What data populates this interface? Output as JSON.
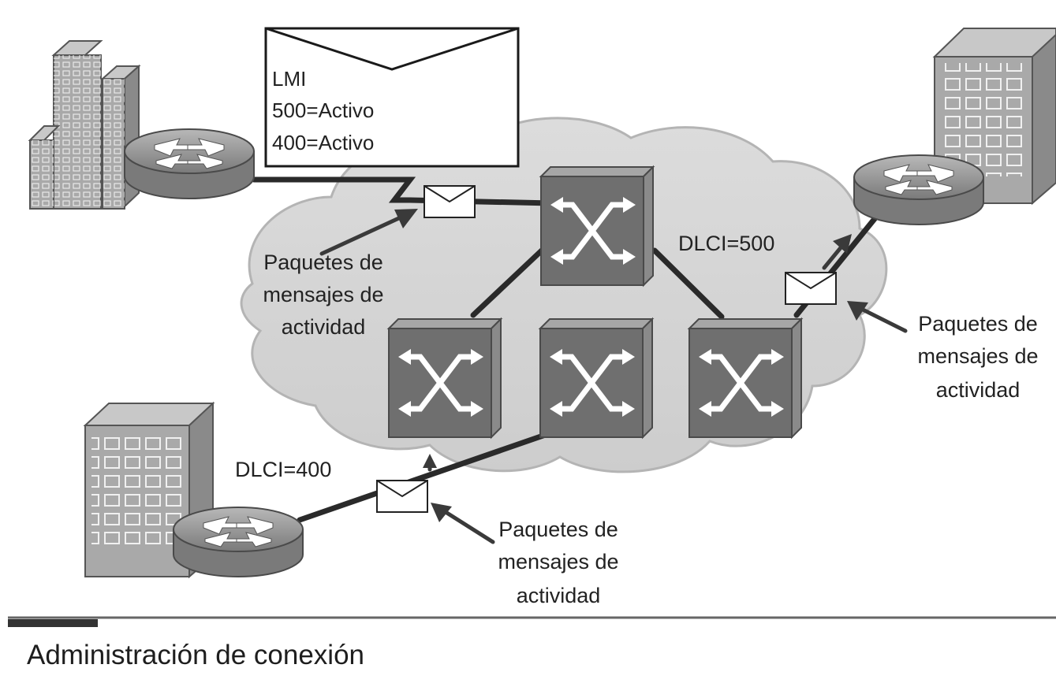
{
  "diagram": {
    "lmi_frame": {
      "title": "LMI",
      "line1": "500=Activo",
      "line2": "400=Activo"
    },
    "links": {
      "dlci_500": "DLCI=500",
      "dlci_400": "DLCI=400"
    },
    "keepalive_labels": [
      {
        "line1": "Paquetes de",
        "line2": "mensajes de",
        "line3": "actividad"
      },
      {
        "line1": "Paquetes de",
        "line2": "mensajes de",
        "line3": "actividad"
      },
      {
        "line1": "Paquetes de",
        "line2": "mensajes de",
        "line3": "actividad"
      }
    ]
  },
  "footer": {
    "caption": "Administración de conexión"
  },
  "colors": {
    "cloud": "#d4d4d4",
    "switch_front": "#6e6e6e",
    "switch_side": "#9a9a9a",
    "building": "#a9a9a9",
    "router": "#8c8c8c",
    "line": "#2a2a2a",
    "footer_bar": "#333333"
  }
}
